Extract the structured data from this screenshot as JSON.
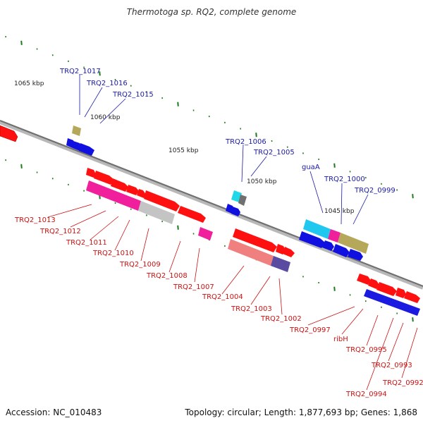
{
  "header": {
    "title": "Thermotoga sp. RQ2, complete genome"
  },
  "footer": {
    "accession": "Accession: NC_010483",
    "summary": "Topology: circular; Length: 1,877,693 bp; Genes: 1,868"
  },
  "scale_labels": [
    "1065 kbp",
    "1060 kbp",
    "1055 kbp",
    "1050 kbp",
    "1045 kbp"
  ],
  "upper_labels": [
    "TRQ2_1017",
    "TRQ2_1016",
    "TRQ2_1015",
    "TRQ2_1006",
    "TRQ2_1005",
    "guaA",
    "TRQ2_1000",
    "TRQ2_0999"
  ],
  "lower_labels": [
    "TRQ2_1013",
    "TRQ2_1012",
    "TRQ2_1011",
    "TRQ2_1010",
    "TRQ2_1009",
    "TRQ2_1008",
    "TRQ2_1007",
    "TRQ2_1004",
    "TRQ2_1003",
    "TRQ2_1002",
    "TRQ2_0997",
    "ribH",
    "TRQ2_0995",
    "TRQ2_0993",
    "TRQ2_0994",
    "TRQ2_0992"
  ],
  "colors": {
    "upper_label": "#1a1aa6",
    "lower_label": "#cc1111",
    "backbone": "#808080",
    "tick": "#1f7a1f"
  }
}
